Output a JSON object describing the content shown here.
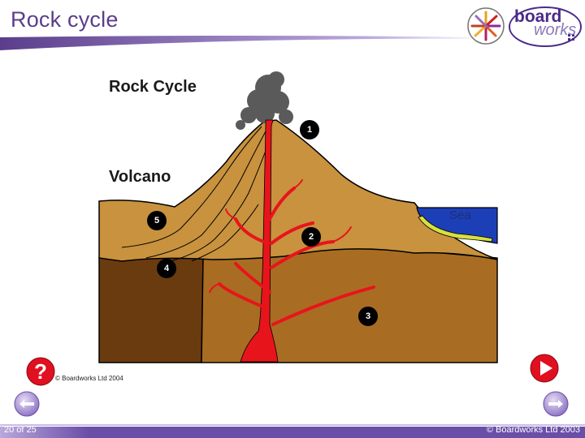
{
  "slide": {
    "title": "Rock cycle",
    "page_counter": "20 of 25",
    "footer_copyright": "© Boardworks Ltd 2003"
  },
  "logo": {
    "word1": "board",
    "word2": "works"
  },
  "diagram": {
    "heading": "Rock Cycle",
    "subheading": "Volcano",
    "sea_label": "Sea",
    "image_copyright": "© Boardworks Ltd 2004",
    "markers": [
      "1",
      "2",
      "3",
      "4",
      "5"
    ]
  },
  "controls": {
    "help_icon": "question-mark-icon",
    "play_icon": "play-icon",
    "prev_icon": "previous-slide-icon",
    "next_icon": "next-slide-icon"
  },
  "colors": {
    "title": "#5b3d8c",
    "accent_red": "#e01020",
    "purple_bar": "#6a4fa8",
    "rock_light": "#c8923e",
    "rock_mid": "#a86d22",
    "rock_dark": "#6b3b10",
    "sea": "#1c3fb8",
    "magma": "#e8141c"
  }
}
